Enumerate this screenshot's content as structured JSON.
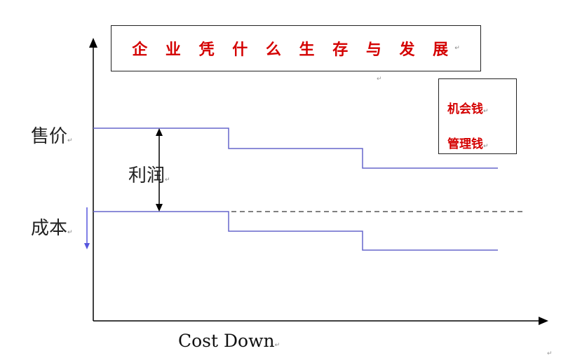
{
  "title": "企 业 凭 什 么 生 存 与 发 展",
  "legend": {
    "item1": "机会钱",
    "item2": "管理钱"
  },
  "labels": {
    "price": "售价",
    "cost": "成本",
    "profit": "利润",
    "x_axis": "Cost Down"
  },
  "paragraph_mark": "↵",
  "colors": {
    "title_text": "#d40000",
    "step_line": "#6666cc",
    "axis": "#000000",
    "arrow_down": "#5555dd"
  }
}
